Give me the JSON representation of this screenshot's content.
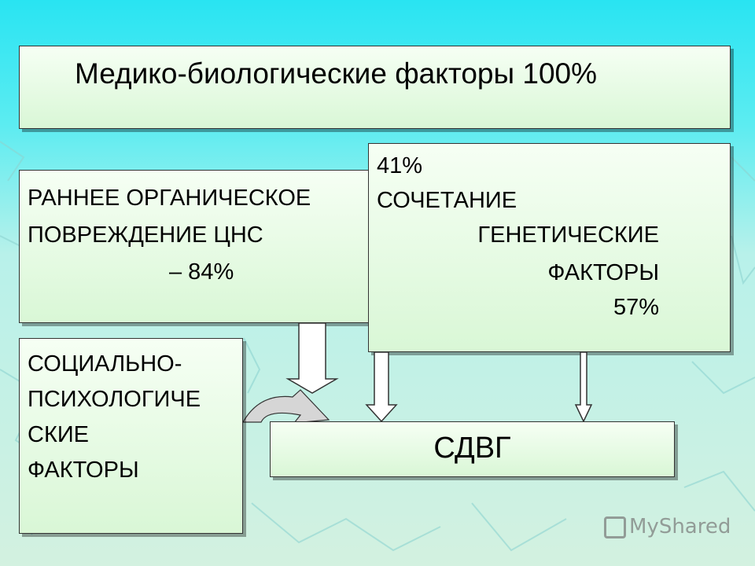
{
  "diagram": {
    "top_box": {
      "text": "Медико-биологические факторы 100%"
    },
    "organic_box": {
      "line1": "РАННЕЕ ОРГАНИЧЕСКОЕ",
      "line2": "ПОВРЕЖДЕНИЕ ЦНС",
      "line3": "– 84%"
    },
    "genetic_box": {
      "percent_combo": "41%",
      "combo": "СОЧЕТАНИЕ",
      "line1": "ГЕНЕТИЧЕСКИЕ",
      "line2": "ФАКТОРЫ",
      "percent": "57%"
    },
    "social_box": {
      "line1": "СОЦИАЛЬНО-",
      "line2": "ПСИХОЛОГИЧЕ",
      "line3": "СКИЕ",
      "line4": "ФАКТОРЫ"
    },
    "adhd_box": {
      "text": "СДВГ"
    }
  },
  "watermark": {
    "text": "MyShared"
  },
  "colors": {
    "box_fill": "#e4fae0",
    "arrow_fill": "#ffffff",
    "arrow_stroke": "#333333",
    "background_top": "#29e4f2",
    "background_bottom": "#d3f1e0"
  }
}
